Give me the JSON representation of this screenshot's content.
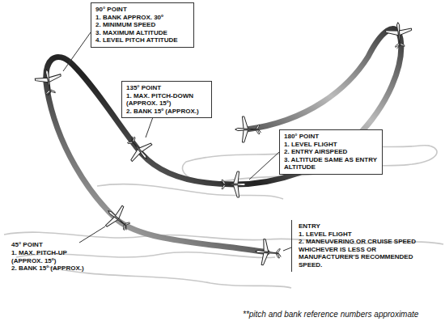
{
  "diagram": {
    "nodes": [
      {
        "text": [
          "90° POINT",
          "1. BANK APPROX. 30º",
          "2. MINIMUM SPEED",
          "3. MAXIMUM ALTITUDE",
          "4. LEVEL PITCH ATTITUDE"
        ]
      },
      {
        "text": [
          "135° POINT",
          "1. MAX. PITCH-DOWN (APPROX. 15º)",
          "2. BANK 15º (APPROX.)"
        ]
      },
      {
        "text": [
          "180° POINT",
          "1. LEVEL FLIGHT",
          "2. ENTRY AIRSPEED",
          "3. ALTITUDE SAME AS ENTRY ALTITUDE"
        ]
      },
      {
        "text": [
          "ENTRY",
          "1. LEVEL FLIGHT",
          "2. MANEUVERING OR CRUISE SPEED WHICHEVER IS LESS OR MANUFACTURER'S RECOMMENDED SPEED."
        ]
      }
    ],
    "labels": [
      "45° POINT",
      "1. MAX. PITCH-UP (APPROX. 15º)",
      "2. BANK 15º (APPROX.)",
      "**pitch and bank reference numbers approximate"
    ]
  }
}
